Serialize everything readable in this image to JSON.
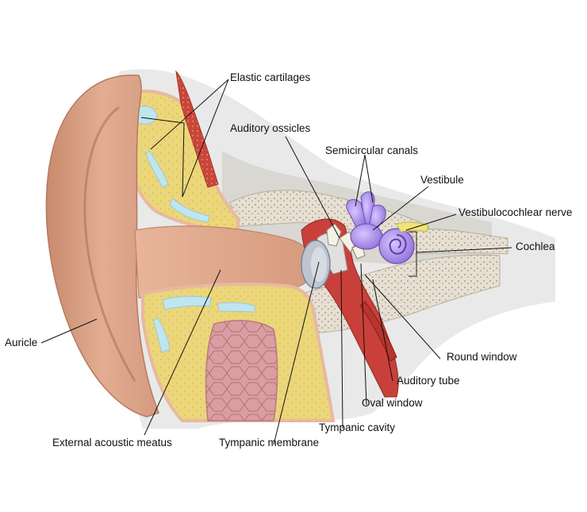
{
  "labels": {
    "elastic_cartilages": "Elastic cartilages",
    "auditory_ossicles": "Auditory ossicles",
    "semicircular_canals": "Semicircular canals",
    "vestibule": "Vestibule",
    "vestibulocochlear_nerve": "Vestibulocochlear nerve",
    "cochlea": "Cochlea",
    "auricle": "Auricle",
    "round_window": "Round window",
    "auditory_tube": "Auditory tube",
    "oval_window": "Oval window",
    "tympanic_cavity": "Tympanic cavity",
    "external_acoustic_meatus": "External acoustic meatus",
    "tympanic_membrane": "Tympanic membrane"
  },
  "colors": {
    "skin": "#d9a084",
    "skin_shadow": "#b97a60",
    "fat_yellow": "#ecd67a",
    "cartilage_blue": "#bfe6f0",
    "bone": "#e4ddd0",
    "muscle_red": "#c84a3a",
    "inner_ear_purple": "#a98be6",
    "membrane_gray": "#b9c0cc",
    "gland_pink": "#d89aa0",
    "tissue_gray": "#dcdcdc"
  }
}
